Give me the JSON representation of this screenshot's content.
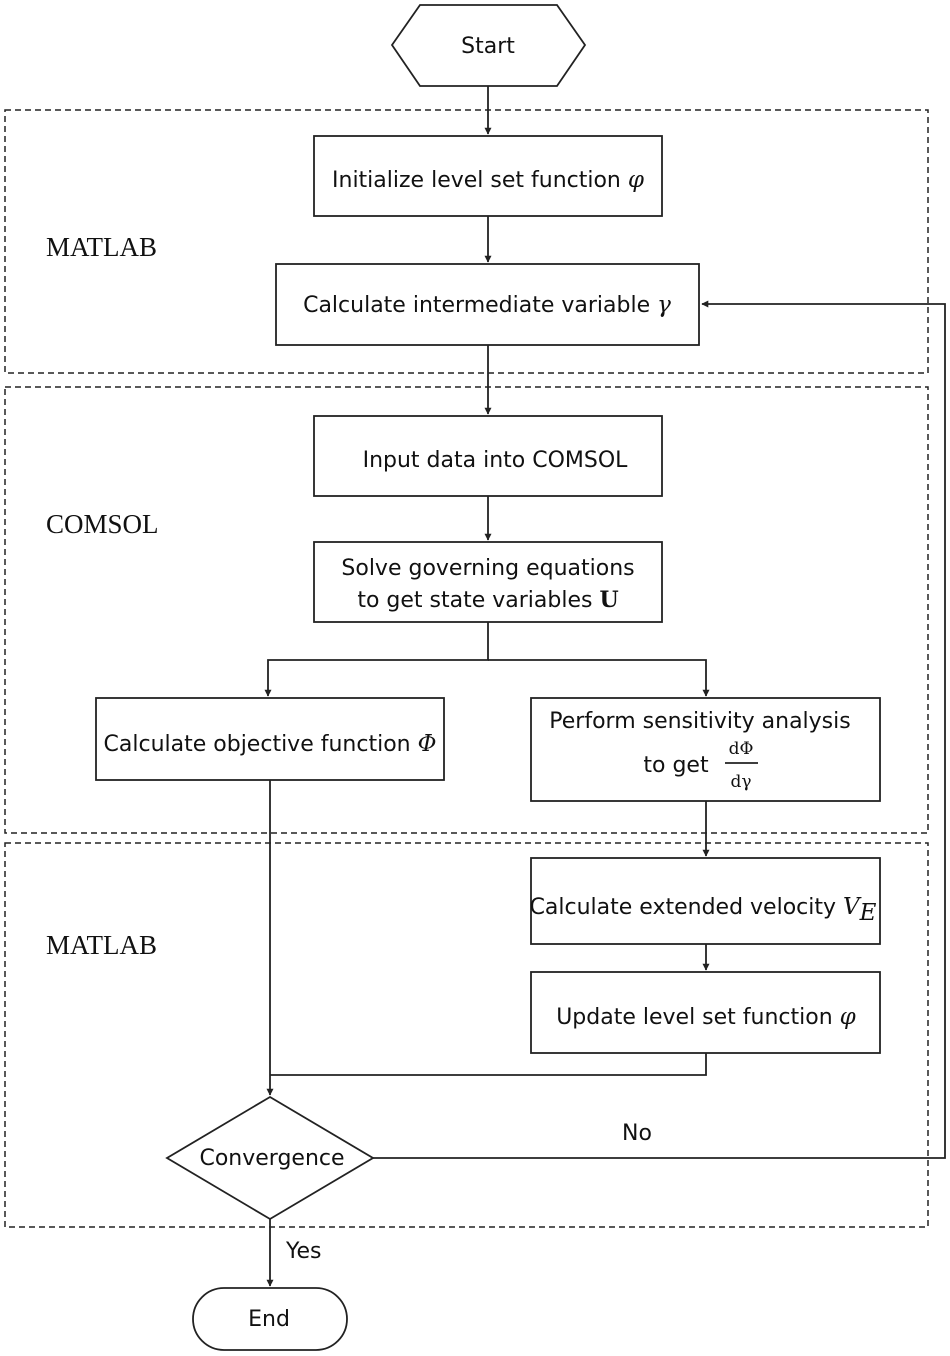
{
  "regions": {
    "matlab_top": "MATLAB",
    "comsol": "COMSOL",
    "matlab_bottom": "MATLAB"
  },
  "nodes": {
    "start": "Start",
    "init": {
      "text": "Initialize level set function ",
      "symbol": "φ"
    },
    "intermediate": {
      "text": "Calculate intermediate variable ",
      "symbol": "γ"
    },
    "input": "Input data into COMSOL",
    "solve": {
      "line1": "Solve governing equations",
      "line2": "to get state variables ",
      "symbol": "U"
    },
    "objective": {
      "text": "Calculate objective function ",
      "symbol": "Φ"
    },
    "sensitivity": {
      "line1": "Perform sensitivity analysis",
      "line2": "to get",
      "numerator": "dΦ",
      "denominator": "dγ"
    },
    "velocity": {
      "text": "Calculate extended velocity ",
      "symbol": "V",
      "subscript": "E"
    },
    "update": {
      "text": "Update level set function ",
      "symbol": "φ"
    },
    "convergence": "Convergence",
    "end": "End"
  },
  "edges": {
    "no": "No",
    "yes": "Yes"
  }
}
